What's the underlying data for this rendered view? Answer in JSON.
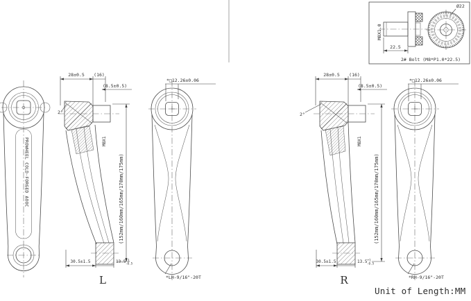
{
  "detail_box": {
    "caption": "2# Bolt (M8*P1.0*22.5)",
    "diameter_label": "Ø22",
    "length_dim": "22.5",
    "thread_label": "M8X1.0"
  },
  "left_group": {
    "front_view": {
      "engraving": "PROWHEEL COLD-FORGED AOOC"
    },
    "profile_view": {
      "dim_head_width": "28±0.5",
      "dim_head_ref": "(16)",
      "dim_stem_depth": "(8.5±0.5)",
      "angle_label": "2°",
      "thread_label": "M8X1",
      "length_options": "(152mm/160mm/165mm/170mm/175mm)",
      "dim_bottom_width": "30.5±1.5",
      "dim_boot_width": "13.5",
      "dim_boot_tol_sup": "+1",
      "dim_boot_tol_sub": "-0.5",
      "side_label": "L"
    },
    "back_view": {
      "square_taper_dim": "*□12.26±0.06",
      "pedal_thread_note": "*LH-9/16\"-20T"
    }
  },
  "right_group": {
    "profile_view": {
      "dim_head_width": "28±0.5",
      "dim_head_ref": "(16)",
      "dim_stem_depth": "(8.5±0.5)",
      "angle_label": "2°",
      "thread_label": "M8X1",
      "length_options": "(152mm/160mm/165mm/170mm/175mm)",
      "dim_bottom_width": "30.5±1.5",
      "dim_boot_width": "13.5",
      "dim_boot_tol_sup": "+1",
      "dim_boot_tol_sub": "-0.5",
      "side_label": "R"
    },
    "back_view": {
      "square_taper_dim": "*□12.26±0.06",
      "pedal_thread_note": "*RH-9/16\"-20T"
    }
  },
  "footer": {
    "unit_note": "Unit of Length:MM"
  }
}
